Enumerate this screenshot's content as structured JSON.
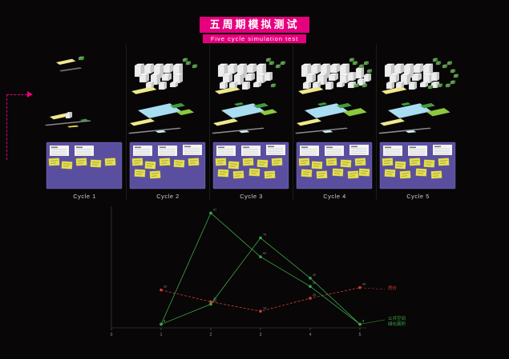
{
  "title": {
    "zh": "五周期模拟测试",
    "en": "Five cycle simulation test"
  },
  "colors": {
    "accent": "#e6007e",
    "board_purple": "#5a4f9f",
    "note_yellow": "#e7e052",
    "slab_yellow": "#efe98d",
    "green_dark": "#3f9b3f",
    "green_light": "#8dc63f",
    "plan_blue": "#a9ddf1",
    "road_gray": "#8e8e8e"
  },
  "cycles": [
    {
      "label": "Cycle 1",
      "buildings": 2,
      "trees": 1,
      "notes": 5,
      "cards": 2
    },
    {
      "label": "Cycle 2",
      "buildings": 12,
      "trees": 3,
      "notes": 7,
      "cards": 3
    },
    {
      "label": "Cycle 3",
      "buildings": 14,
      "trees": 5,
      "notes": 9,
      "cards": 3
    },
    {
      "label": "Cycle 4",
      "buildings": 18,
      "trees": 7,
      "notes": 10,
      "cards": 3
    },
    {
      "label": "Cycle 5",
      "buildings": 15,
      "trees": 10,
      "notes": 9,
      "cards": 3
    }
  ],
  "chart_data": {
    "type": "line",
    "x": [
      0,
      1,
      2,
      3,
      4,
      5
    ],
    "series": [
      {
        "name": "房价",
        "color": "#d23b3b",
        "style": "dashed",
        "values": [
          null,
          32,
          22,
          14,
          25,
          34
        ]
      },
      {
        "name": "公共空间",
        "color": "#3aa84a",
        "style": "solid",
        "values": [
          null,
          3,
          97,
          60,
          35,
          3
        ]
      },
      {
        "name": "绿化面积",
        "color": "#3aa84a",
        "style": "solid",
        "values": [
          null,
          3,
          20,
          76,
          42,
          3
        ]
      }
    ],
    "title": "",
    "xlabel": "",
    "ylabel": "",
    "ylim": [
      0,
      100
    ],
    "grid": false,
    "legend_position": "right"
  },
  "legend": {
    "red": "房价",
    "green": "公共空间\n绿化面积"
  }
}
